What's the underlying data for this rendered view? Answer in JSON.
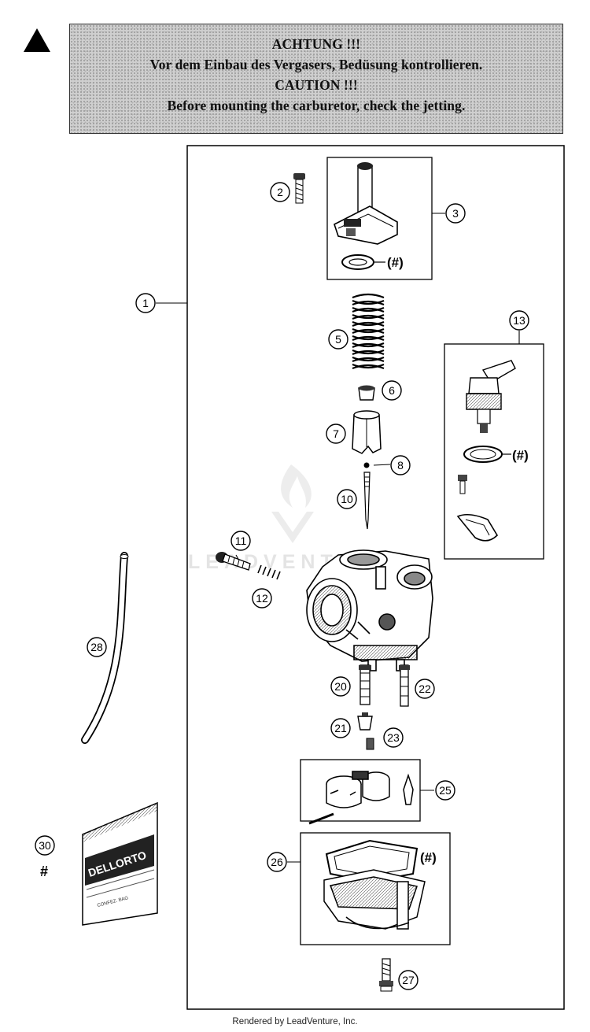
{
  "warning": {
    "line1": "ACHTUNG !!!",
    "line2": "Vor dem Einbau des Vergasers, Bedüsung kontrollieren.",
    "line3": "CAUTION !!!",
    "line4": "Before mounting the carburetor, check the jetting."
  },
  "callouts": [
    "1",
    "2",
    "3",
    "5",
    "6",
    "7",
    "8",
    "10",
    "11",
    "12",
    "13",
    "20",
    "21",
    "22",
    "23",
    "25",
    "26",
    "27",
    "28",
    "30"
  ],
  "markers": {
    "hash_paren": "(#)",
    "hash": "#"
  },
  "bag_label": {
    "brand": "DELLORTO",
    "small": "CONFEZ. BAG"
  },
  "watermark": "LEADVENTURE",
  "footer": "Rendered by LeadVenture, Inc."
}
